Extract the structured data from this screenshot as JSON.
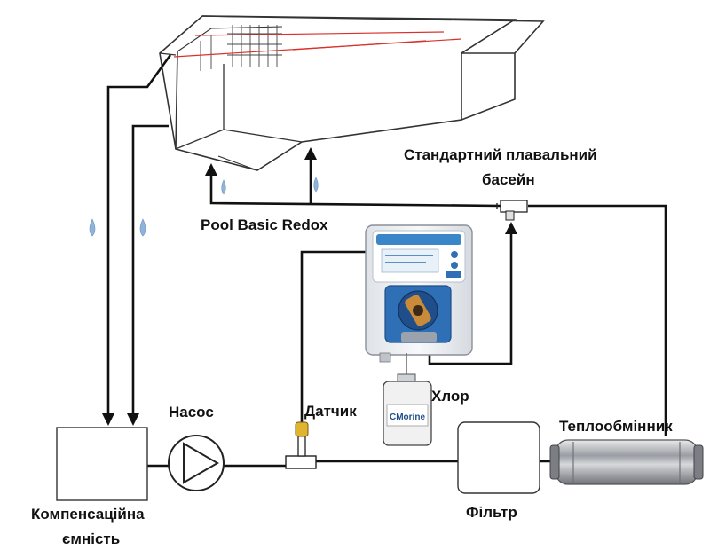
{
  "labels": {
    "pool_line1": "Стандартний плавальний",
    "pool_line2": "басейн",
    "product": "Pool Basic Redox",
    "pump": "Насос",
    "sensor": "Датчик",
    "chlorine": "Хлор",
    "heat_exchanger": "Теплообмінник",
    "tank_line1": "Компенсаційна",
    "tank_line2": "ємність",
    "filter": "Фільтр",
    "canister_brand": "CMorine"
  },
  "colors": {
    "pipe": "#111111",
    "device_body": "#f2f4f7",
    "device_blue": "#2f6fb5",
    "pump_head": "#1f4e8a",
    "rotor": "#c98a3a",
    "water_arrow": "#8fb3d9",
    "heat_exchanger": "#b9bcc2",
    "pool_red_line": "#d9312b"
  },
  "icons": {
    "flow_arrow": "arrowhead-icon",
    "water_mark": "water-drop-icon",
    "pump": "centrifugal-pump-icon",
    "sensor": "probe-sensor-icon"
  }
}
